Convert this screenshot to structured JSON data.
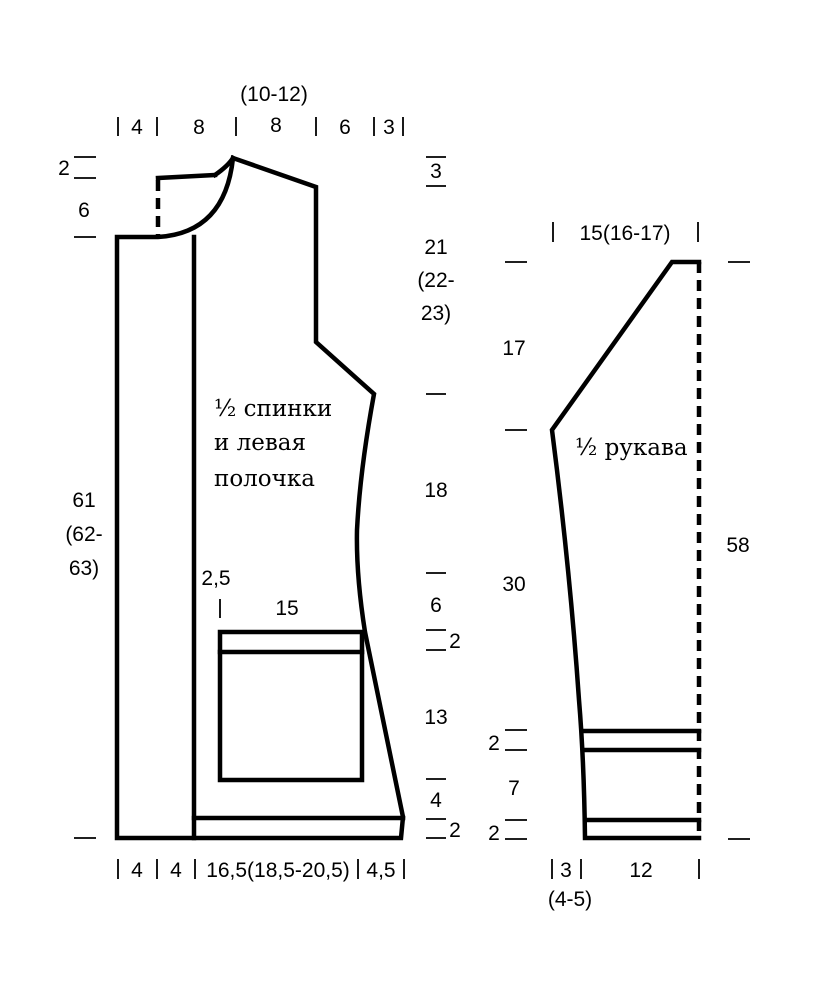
{
  "body_top_dims": {
    "neck_total": "(10-12)",
    "seg_4": "4",
    "seg_8a": "8",
    "seg_8b": "8",
    "seg_6": "6",
    "seg_3": "3"
  },
  "body_left_dims": {
    "shoulder_2": "2",
    "neck_6": "6",
    "length_line1": "61",
    "length_line2": "(62-",
    "length_line3": "63)"
  },
  "body_right_dims": {
    "top_3": "3",
    "armhole_line1": "21",
    "armhole_line2": "(22-",
    "armhole_line3": "23)",
    "waist_18": "18",
    "hip_6": "6",
    "pocket_band_2": "2",
    "pocket_13": "13",
    "pocket_bottom_4": "4",
    "hem_2": "2"
  },
  "body_inner_dims": {
    "pocket_offset": "2,5",
    "pocket_width": "15"
  },
  "body_bottom_dims": {
    "seg_4a": "4",
    "seg_4b": "4",
    "seg_main": "16,5(18,5-20,5)",
    "seg_45": "4,5"
  },
  "body_label": {
    "line1": "½ спинки",
    "line2": "и левая",
    "line3": "полочка"
  },
  "sleeve_dims": {
    "top_width": "15(16-17)",
    "cap_17": "17",
    "length_30": "30",
    "total_58": "58",
    "cuff_band_2a": "2",
    "cuff_7": "7",
    "cuff_band_2b": "2",
    "bottom_3": "3",
    "bottom_3_sizes": "(4-5)",
    "bottom_12": "12"
  },
  "sleeve_label": "½ рукава"
}
